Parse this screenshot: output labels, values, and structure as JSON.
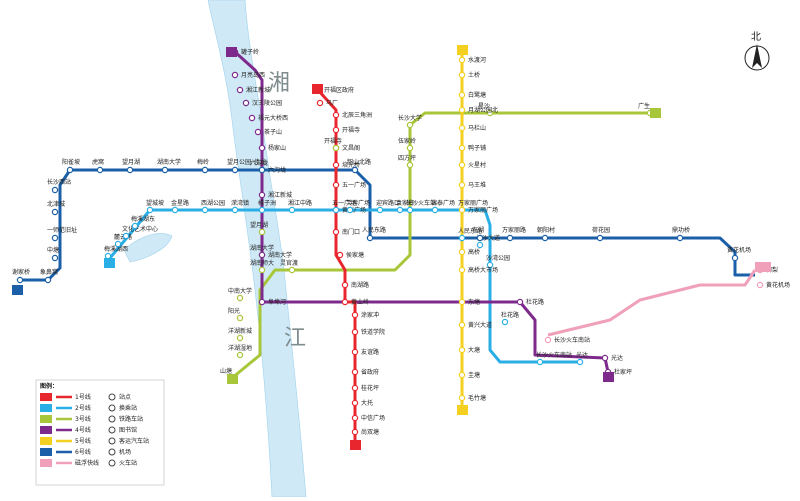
{
  "compass": "北",
  "river": [
    "湘",
    "江"
  ],
  "legend": {
    "title": "图例：",
    "lines": [
      "1号线",
      "2号线",
      "3号线",
      "4号线",
      "5号线",
      "6号线",
      "磁浮快线"
    ],
    "symbols": [
      "站点",
      "换乘站",
      "铁路车站",
      "图书馆",
      "客运汽车站",
      "机场",
      "火车站"
    ]
  },
  "line_badges": {
    "l1": "1号线",
    "l2": "2号线",
    "l3": "3号线",
    "l4": "4号线",
    "l5": "5号线",
    "l6": "6号线"
  },
  "colors": {
    "l1": "#e8262d",
    "l2": "#29aee6",
    "l3": "#a8c63a",
    "l4": "#7d2a8c",
    "l5": "#f4d020",
    "l6": "#1a5fa8",
    "maglev": "#f0a0b8",
    "river": "#b8dff2"
  },
  "lines": {
    "l1": [
      "开福区政府",
      "马厂",
      "北辰三角洲",
      "开福寺",
      "文昌阁",
      "培元桥",
      "五一广场",
      "黄兴广场",
      "南门口",
      "侯家塘",
      "南湖路",
      "黄土岭",
      "涂家冲",
      "铁道学院",
      "友谊路",
      "省政府",
      "桂花坪",
      "大托",
      "中信广场",
      "尚双塘"
    ],
    "l2": [
      "梅溪湖西",
      "麓云路",
      "文化艺术中心",
      "梅溪湖东",
      "望城坡",
      "金星路",
      "西湖公园",
      "溁湾镇",
      "橘子洲",
      "湘江中路",
      "五一广场",
      "芙蓉广场",
      "迎宾路口",
      "袁家岭",
      "长沙火车站",
      "锦泰广场",
      "万家丽广场",
      "人民东路",
      "长沙大道",
      "沙湾公园",
      "杜花路",
      "长沙火车南站",
      "光达"
    ],
    "l3": [
      "山塘",
      "洋湖湿地",
      "洋湖新城",
      "阳光",
      "中南大学",
      "灵官渡",
      "湖南师大",
      "湖南大学",
      "望月湖",
      "六沟垅",
      "开福寺",
      "伍家岭",
      "四方坪",
      "长沙大学",
      "星沙",
      "广生"
    ],
    "l4": [
      "罐子岭",
      "月亮岛西",
      "湘江新城",
      "汉王陵公园",
      "福元大桥西",
      "茶子山",
      "杨家山",
      "六沟垅",
      "湘江新城",
      "湖南大学",
      "阜埠河",
      "杜花路",
      "光达",
      "杜家坪"
    ],
    "l5": [
      "水渡河",
      "土桥",
      "白鹭塘",
      "月湖公园北",
      "马栏山",
      "鸭子铺",
      "火星村",
      "马王堆",
      "万家丽广场",
      "高桥",
      "高桥大市场",
      "东塘",
      "黄兴大道",
      "大塘",
      "圭塘",
      "毛竹塘"
    ],
    "l6": [
      "谢家桥",
      "象鼻窝",
      "中塘",
      "一师范旧址",
      "北津城",
      "长沙西站",
      "阳雀坡",
      "虎窝",
      "望月湖",
      "湖南大学",
      "梅岭",
      "望月公园",
      "佳龙",
      "韶山北路",
      "人民东路",
      "东湖",
      "万家丽路",
      "朝阳村",
      "荷花园",
      "鼎功桥",
      "黄花机场"
    ],
    "maglev": [
      "长沙火车南站",
      "榔梨",
      "黄花机场"
    ]
  },
  "extra_labels": [
    "中信广场",
    "开福区政府",
    "北辰三角洲",
    "长沙大学",
    "星沙",
    "广生"
  ]
}
